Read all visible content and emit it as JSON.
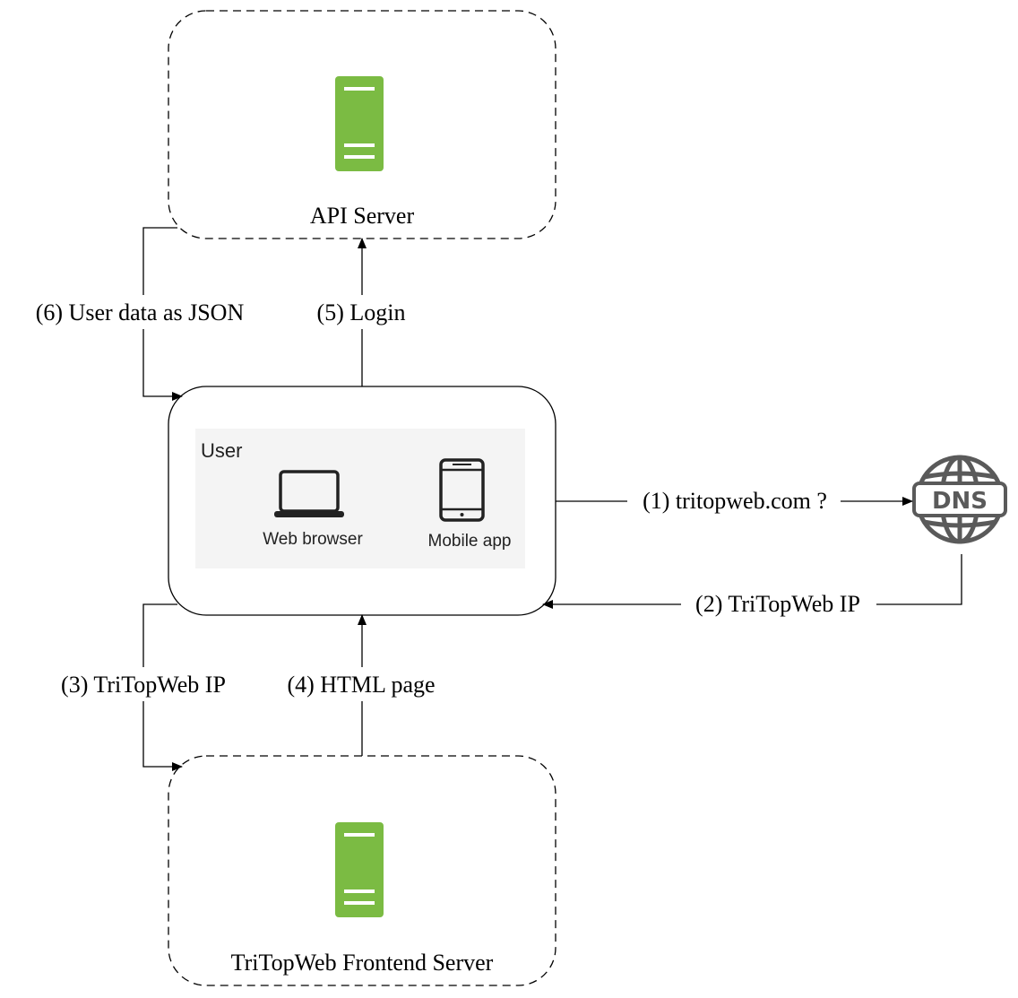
{
  "colors": {
    "server_green": "#7bbb43",
    "server_stripe": "#ffffff",
    "dns_gray": "#5a5a5a",
    "line": "#000000",
    "user_panel": "#f4f4f4"
  },
  "nodes": {
    "api_server": {
      "label": "API Server",
      "icon": "server-icon"
    },
    "user": {
      "title": "User",
      "clients": [
        {
          "label": "Web browser",
          "icon": "laptop-icon"
        },
        {
          "label": "Mobile app",
          "icon": "smartphone-icon"
        }
      ]
    },
    "frontend_server": {
      "label": "TriTopWeb Frontend Server",
      "icon": "server-icon"
    },
    "dns": {
      "label": "DNS",
      "icon": "dns-globe-icon"
    }
  },
  "edges": [
    {
      "id": "e1",
      "label": "(1) tritopweb.com ?"
    },
    {
      "id": "e2",
      "label": "(2) TriTopWeb IP"
    },
    {
      "id": "e3",
      "label": "(3) TriTopWeb IP"
    },
    {
      "id": "e4",
      "label": "(4) HTML page"
    },
    {
      "id": "e5",
      "label": "(5) Login"
    },
    {
      "id": "e6",
      "label": "(6) User data as JSON"
    }
  ]
}
